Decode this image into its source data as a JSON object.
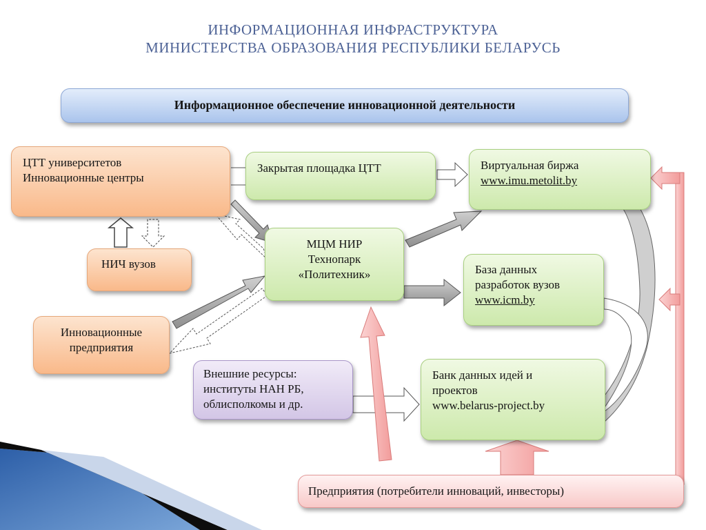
{
  "title": {
    "line1": "ИНФОРМАЦИОННАЯ ИНФРАСТРУКТУРА",
    "line2": "МИНИСТЕРСТВА ОБРАЗОВАНИЯ РЕСПУБЛИКИ БЕЛАРУСЬ"
  },
  "header_box": {
    "text": "Информационное обеспечение инновационной деятельности"
  },
  "nodes": {
    "ctt": {
      "line1": "ЦТТ университетов",
      "line2": "Инновационные центры"
    },
    "closed_platform": {
      "text": "Закрытая площадка ЦТТ"
    },
    "virtual_exchange": {
      "line1": "Виртуальная биржа",
      "line2": "www.imu.metolit.by"
    },
    "nich": {
      "text": "НИЧ вузов"
    },
    "mcm": {
      "line1": "МЦМ НИР",
      "line2": "Технопарк",
      "line3": "«Политехник»"
    },
    "database": {
      "line1": "База данных",
      "line2": "разработок вузов",
      "line3": "www.icm.by"
    },
    "enterprises_innov": {
      "line1": "Инновационные",
      "line2": "предприятия"
    },
    "external": {
      "line1": "Внешние ресурсы:",
      "line2": "институты НАН РБ,",
      "line3": "облисполкомы и др."
    },
    "idea_bank": {
      "line1": "Банк данных идей и",
      "line2": "проектов",
      "line3": "www.belarus-project.by"
    },
    "consumers": {
      "text": "Предприятия (потребители инноваций, инвесторы)"
    }
  },
  "colors": {
    "title": "#4e6396",
    "orange_node": "#f9b98a",
    "green_node": "#cde9ac",
    "purple_node": "#d3c6e6",
    "pink_node": "#f8c9c8",
    "blue_node": "#aac4ec",
    "gray_arrow": "#a6a6a6",
    "pink_arrow": "#f3a9a8"
  }
}
